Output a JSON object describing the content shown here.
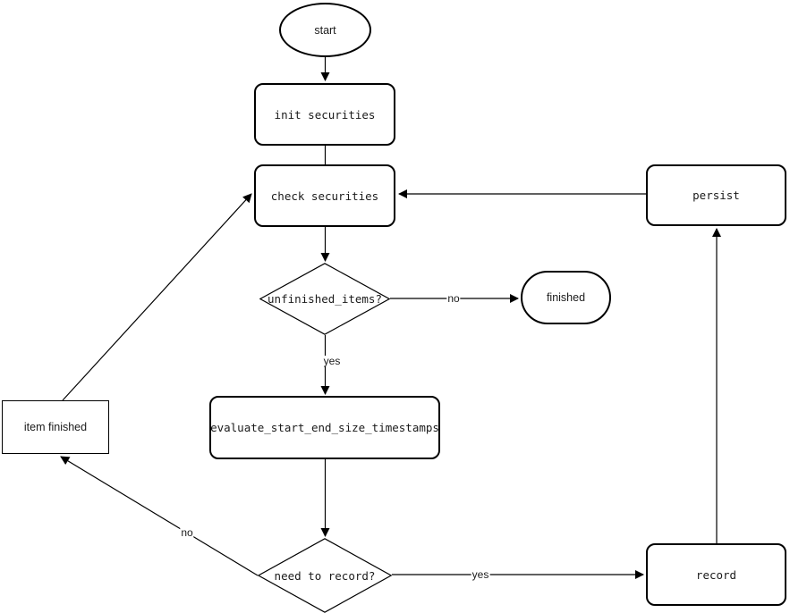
{
  "diagram": {
    "background_color": "#ffffff",
    "stroke_color": "#000000",
    "nodes": {
      "start": {
        "label": "start",
        "shape": "ellipse"
      },
      "init_securities": {
        "label": "init securities",
        "shape": "rounded-rect"
      },
      "check_securities": {
        "label": "check securities",
        "shape": "rounded-rect"
      },
      "persist": {
        "label": "persist",
        "shape": "rounded-rect"
      },
      "unfinished_items": {
        "label": "unfinished_items?",
        "shape": "diamond"
      },
      "finished": {
        "label": "finished",
        "shape": "stadium"
      },
      "evaluate": {
        "label": "evaluate_start_end_size_timestamps",
        "shape": "rounded-rect"
      },
      "item_finished": {
        "label": "item finished",
        "shape": "rect"
      },
      "need_to_record": {
        "label": "need to record?",
        "shape": "diamond"
      },
      "record": {
        "label": "record",
        "shape": "rounded-rect"
      }
    },
    "edge_labels": {
      "unfinished_no": "no",
      "unfinished_yes": "yes",
      "need_record_yes": "yes",
      "need_record_no": "no"
    },
    "connections": [
      {
        "from": "start",
        "to": "init_securities",
        "label": ""
      },
      {
        "from": "init_securities",
        "to": "check_securities",
        "label": ""
      },
      {
        "from": "check_securities",
        "to": "unfinished_items",
        "label": ""
      },
      {
        "from": "unfinished_items",
        "to": "finished",
        "label": "no"
      },
      {
        "from": "unfinished_items",
        "to": "evaluate",
        "label": "yes"
      },
      {
        "from": "evaluate",
        "to": "need_to_record",
        "label": ""
      },
      {
        "from": "need_to_record",
        "to": "record",
        "label": "yes"
      },
      {
        "from": "need_to_record",
        "to": "item_finished",
        "label": "no"
      },
      {
        "from": "item_finished",
        "to": "check_securities",
        "label": ""
      },
      {
        "from": "record",
        "to": "persist",
        "label": ""
      },
      {
        "from": "persist",
        "to": "check_securities",
        "label": ""
      }
    ]
  }
}
